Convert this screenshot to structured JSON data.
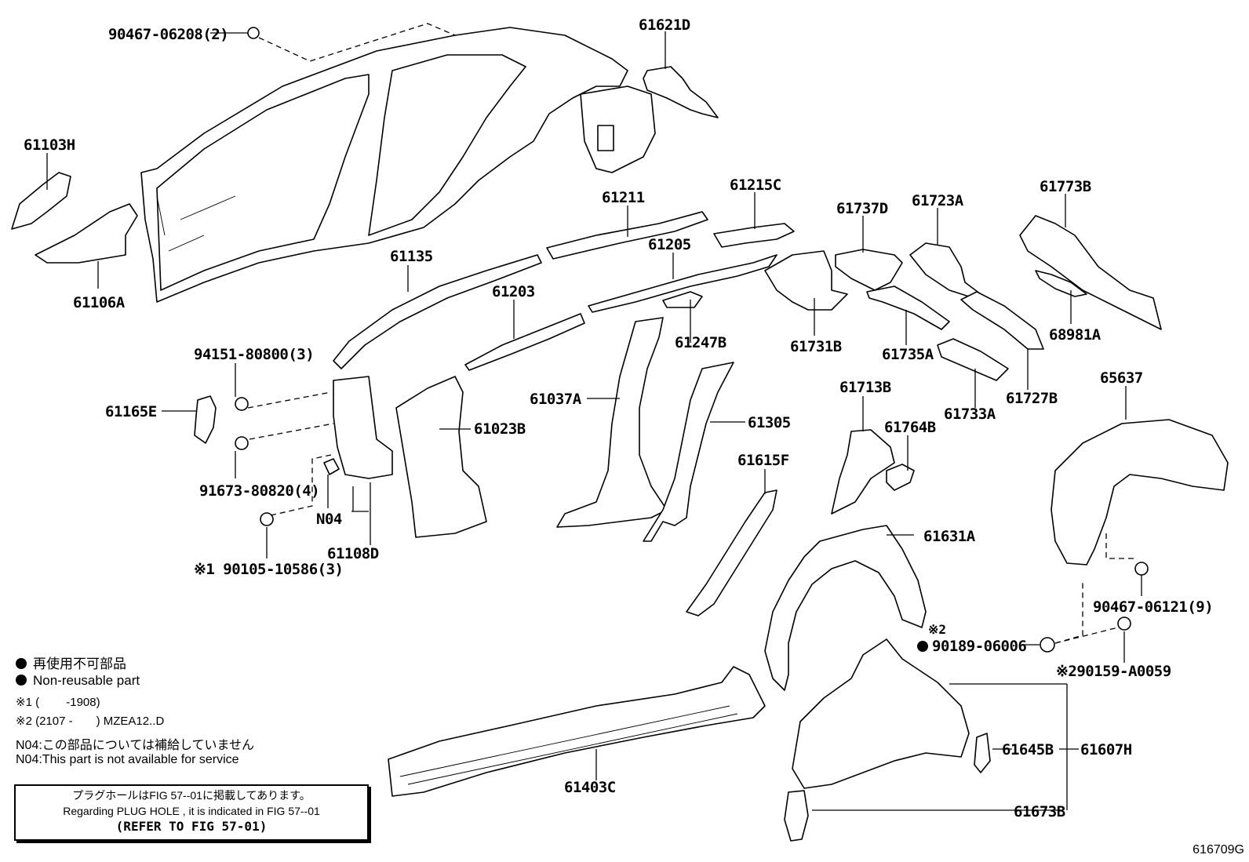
{
  "part_labels": [
    {
      "id": "p90467_06208",
      "text": "90467-06208(2)"
    },
    {
      "id": "p61621D",
      "text": "61621D"
    },
    {
      "id": "p61103H",
      "text": "61103H"
    },
    {
      "id": "p61106A",
      "text": "61106A"
    },
    {
      "id": "p61211",
      "text": "61211"
    },
    {
      "id": "p61215C",
      "text": "61215C"
    },
    {
      "id": "p61737D",
      "text": "61737D"
    },
    {
      "id": "p61723A",
      "text": "61723A"
    },
    {
      "id": "p61773B",
      "text": "61773B"
    },
    {
      "id": "p61135",
      "text": "61135"
    },
    {
      "id": "p61205",
      "text": "61205"
    },
    {
      "id": "p61203",
      "text": "61203"
    },
    {
      "id": "p61247B",
      "text": "61247B"
    },
    {
      "id": "p61731B",
      "text": "61731B"
    },
    {
      "id": "p61735A",
      "text": "61735A"
    },
    {
      "id": "p68981A",
      "text": "68981A"
    },
    {
      "id": "p94151_80800",
      "text": "94151-80800(3)"
    },
    {
      "id": "p61165E",
      "text": "61165E"
    },
    {
      "id": "p61037A",
      "text": "61037A"
    },
    {
      "id": "p61023B",
      "text": "61023B"
    },
    {
      "id": "p61305",
      "text": "61305"
    },
    {
      "id": "p61713B",
      "text": "61713B"
    },
    {
      "id": "p61764B",
      "text": "61764B"
    },
    {
      "id": "p61733A",
      "text": "61733A"
    },
    {
      "id": "p61727B",
      "text": "61727B"
    },
    {
      "id": "p65637",
      "text": "65637"
    },
    {
      "id": "p91673_80820",
      "text": "91673-80820(4)"
    },
    {
      "id": "p61615F",
      "text": "61615F"
    },
    {
      "id": "pN04",
      "text": "N04"
    },
    {
      "id": "p61108D",
      "text": "61108D"
    },
    {
      "id": "p90105_10586",
      "text": "※1 90105-10586(3)"
    },
    {
      "id": "p61631A",
      "text": "61631A"
    },
    {
      "id": "p90467_06121",
      "text": "90467-06121(9)"
    },
    {
      "id": "pRef2",
      "text": "※2"
    },
    {
      "id": "p90189_06006",
      "text": "90189-06006"
    },
    {
      "id": "p290159",
      "text": "※290159-A0059"
    },
    {
      "id": "p61645B",
      "text": "61645B"
    },
    {
      "id": "p61607H",
      "text": "61607H"
    },
    {
      "id": "p61403C",
      "text": "61403C"
    },
    {
      "id": "p61673B",
      "text": "61673B"
    }
  ],
  "legend": {
    "non_reusable_jp": "再使用不可部品",
    "non_reusable_en": "Non-reusable part",
    "note1": "※1 (　　 -1908)",
    "note2": "※2 (2107 -　　) MZEA12..D",
    "n04_jp": "N04:この部品については補給していません",
    "n04_en": "N04:This part is not available for service"
  },
  "note_box": {
    "jp": "プラグホールはFIG 57--01に掲載してあります。",
    "en": "Regarding PLUG HOLE , it is indicated in FIG 57--01",
    "refer": "(REFER TO FIG 57-01)"
  },
  "diagram_code": "616709G"
}
